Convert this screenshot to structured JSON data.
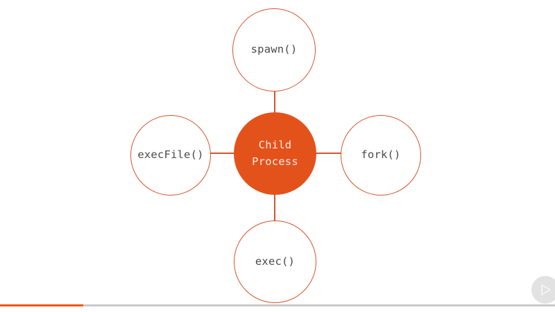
{
  "slide": {
    "background_color": "#ffffff",
    "diagram": {
      "type": "hub-and-spoke",
      "accent_color": "#D4542A",
      "hub_fill_color": "#E4521B",
      "hub": {
        "name": "child-process",
        "line1": "Child",
        "line2": "Process"
      },
      "spokes": [
        {
          "name": "spawn",
          "label": "spawn()",
          "position": "top"
        },
        {
          "name": "fork",
          "label": "fork()",
          "position": "right"
        },
        {
          "name": "exec",
          "label": "exec()",
          "position": "bottom"
        },
        {
          "name": "execfile",
          "label": "execFile()",
          "position": "left"
        }
      ]
    }
  },
  "player": {
    "play_icon": "play-triangle-icon",
    "badge_color": "#e2e2e2",
    "progress": {
      "percent": 15,
      "fill_color": "#F2540B",
      "track_color": "#c9c9c9"
    }
  }
}
